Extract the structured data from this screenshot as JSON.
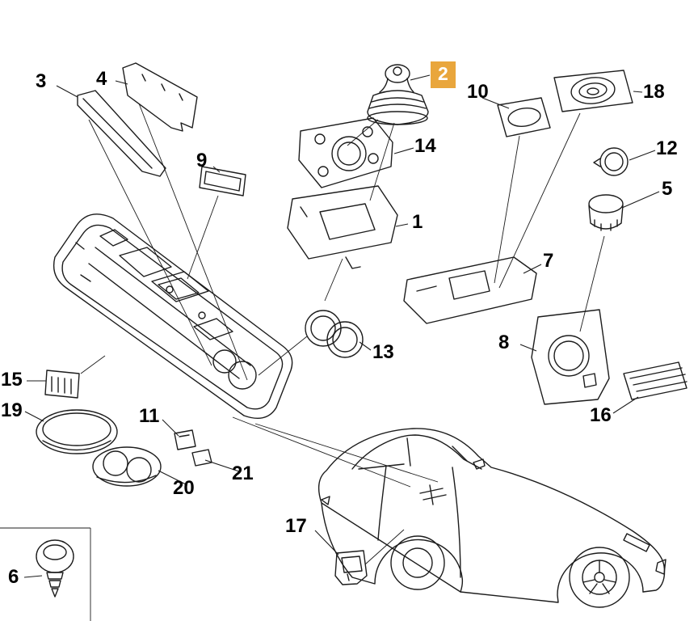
{
  "diagram": {
    "highlight_color": "#E9A63C",
    "selected_callout": "2",
    "callouts": [
      {
        "label": "1"
      },
      {
        "label": "2"
      },
      {
        "label": "3"
      },
      {
        "label": "4"
      },
      {
        "label": "5"
      },
      {
        "label": "6"
      },
      {
        "label": "7"
      },
      {
        "label": "8"
      },
      {
        "label": "9"
      },
      {
        "label": "10"
      },
      {
        "label": "11"
      },
      {
        "label": "12"
      },
      {
        "label": "13"
      },
      {
        "label": "14"
      },
      {
        "label": "15"
      },
      {
        "label": "16"
      },
      {
        "label": "17"
      },
      {
        "label": "18"
      },
      {
        "label": "19"
      },
      {
        "label": "20"
      },
      {
        "label": "21"
      }
    ]
  }
}
